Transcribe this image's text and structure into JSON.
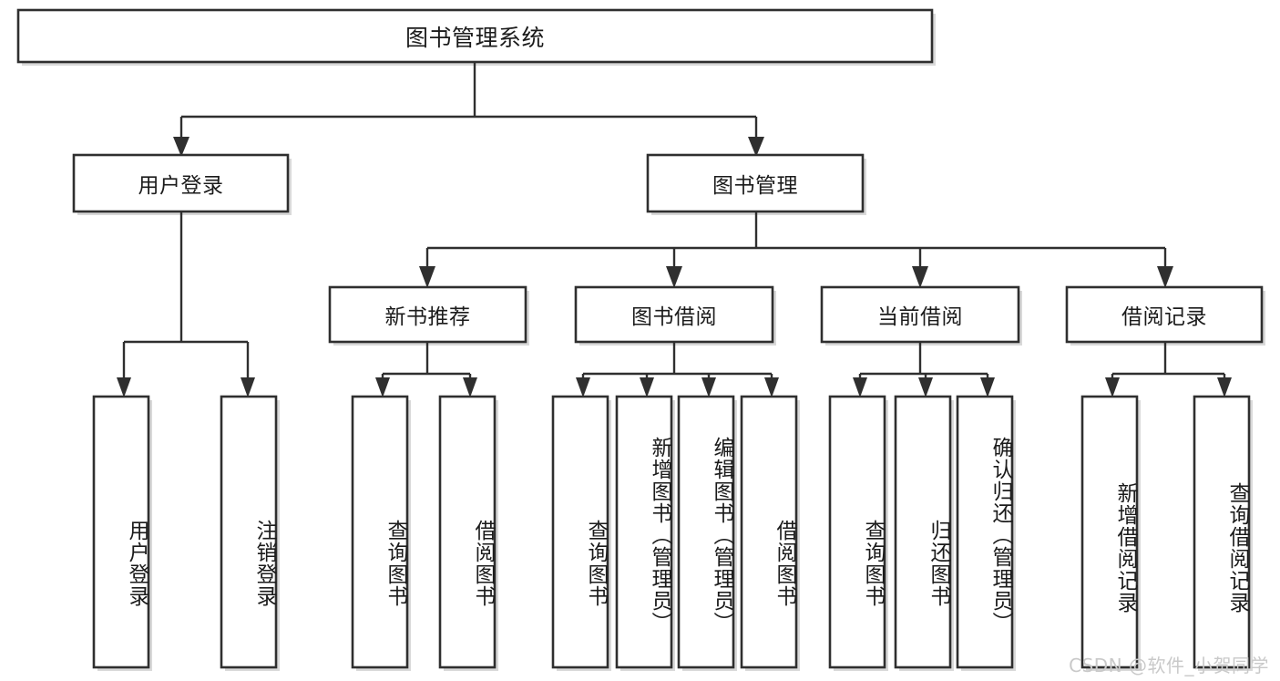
{
  "diagram": {
    "type": "tree-hierarchy",
    "orientation": "top-down",
    "colors": {
      "background": "#ffffff",
      "box_fill": "#ffffff",
      "box_stroke": "#2f2f2f",
      "connector": "#2f2f2f",
      "text": "#1b1b1b",
      "watermark": "#c9c9c9"
    },
    "root": {
      "label": "图书管理系统"
    },
    "level2": [
      {
        "label": "用户登录"
      },
      {
        "label": "图书管理"
      }
    ],
    "level3": [
      {
        "label": "新书推荐"
      },
      {
        "label": "图书借阅"
      },
      {
        "label": "当前借阅"
      },
      {
        "label": "借阅记录"
      }
    ],
    "leaves": {
      "user_login": [
        {
          "label": "用户登录"
        },
        {
          "label": "注销登录"
        }
      ],
      "new_book_recommend": [
        {
          "label": "查询图书"
        },
        {
          "label": "借阅图书"
        }
      ],
      "book_borrow": [
        {
          "label": "查询图书"
        },
        {
          "label": "新增图书（管理员）"
        },
        {
          "label": "编辑图书（管理员）"
        },
        {
          "label": "借阅图书"
        }
      ],
      "current_borrow": [
        {
          "label": "查询图书"
        },
        {
          "label": "归还图书"
        },
        {
          "label": "确认归还（管理员）"
        }
      ],
      "borrow_record": [
        {
          "label": "新增借阅记录"
        },
        {
          "label": "查询借阅记录"
        }
      ]
    }
  },
  "watermark": {
    "text": "CSDN @软件_小贺同学"
  }
}
